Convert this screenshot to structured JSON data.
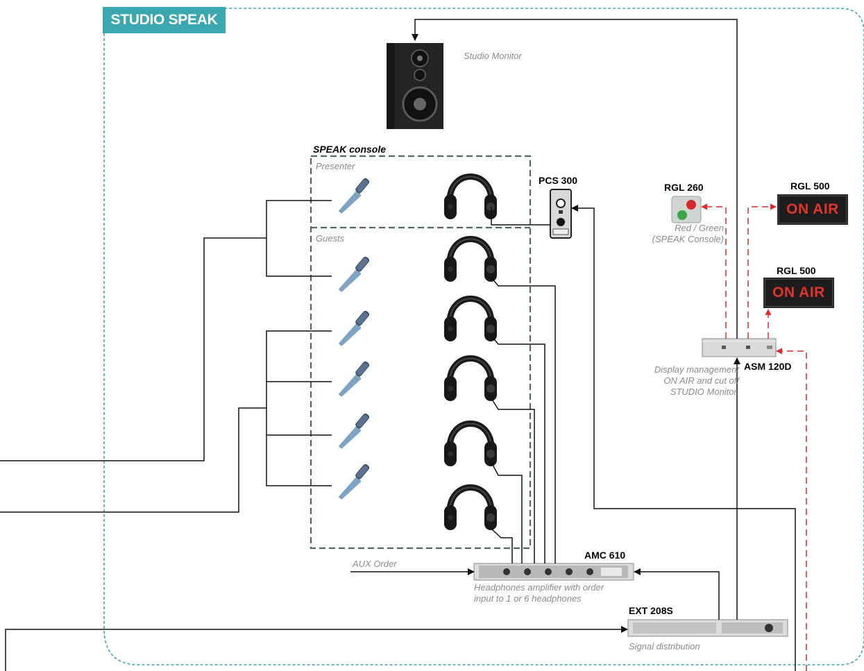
{
  "studio_label": "STUDIO SPEAK",
  "console_title": "SPEAK console",
  "groups": {
    "presenter": "Presenter",
    "guests": "Guests"
  },
  "devices": {
    "studio_monitor": {
      "note": "Studio Monitor"
    },
    "pcs300": {
      "model": "PCS 300"
    },
    "rgl260": {
      "model": "RGL 260",
      "note_line1": "Red / Green",
      "note_line2": "(SPEAK Console)"
    },
    "rgl500_top": {
      "model": "RGL 500",
      "display": "ON AIR"
    },
    "rgl500_mid": {
      "model": "RGL 500",
      "display": "ON AIR"
    },
    "asm120d": {
      "model": "ASM 120D",
      "note_line1": "Display management",
      "note_line2": "ON AIR and cut off",
      "note_line3": "STUDIO Monitor."
    },
    "amc610": {
      "model": "AMC 610",
      "note_line1": "Headphones amplifier with order",
      "note_line2": "input to 1 or 6 headphones"
    },
    "ext208s": {
      "model": "EXT 208S",
      "note": "Signal distribution"
    }
  },
  "aux_order": "AUX Order",
  "colors": {
    "studio_border": "#3aa8ae",
    "console_border": "#4d6b5d",
    "red_signal": "#e02a2a",
    "line": "#111111"
  }
}
